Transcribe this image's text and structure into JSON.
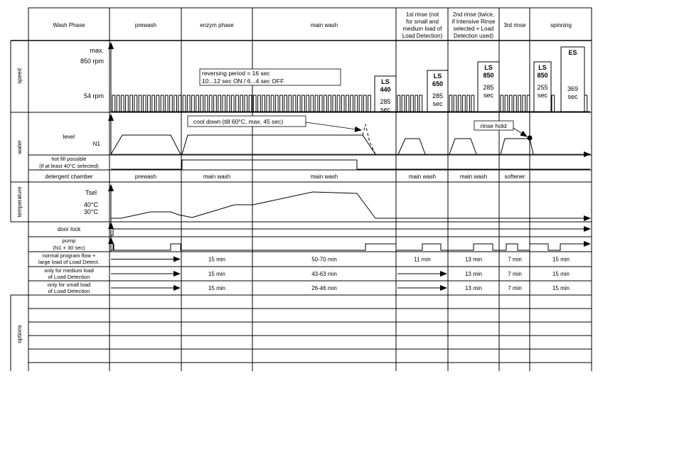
{
  "phases": [
    {
      "id": "label",
      "lines": [
        "Wash Phase"
      ]
    },
    {
      "id": "prewash",
      "lines": [
        "prewash"
      ]
    },
    {
      "id": "enzym",
      "lines": [
        "enzym phase"
      ]
    },
    {
      "id": "mainwash",
      "lines": [
        "main wash"
      ]
    },
    {
      "id": "rinse1",
      "lines": [
        "1st rinse  (not",
        "for small and",
        "medium load of",
        "Load Detection)"
      ]
    },
    {
      "id": "rinse2",
      "lines": [
        "2nd rinse  (twice,",
        "if Intensive Rinse",
        "selected + Load",
        "Detection used)"
      ]
    },
    {
      "id": "rinse3",
      "lines": [
        "3rd rinse"
      ]
    },
    {
      "id": "spinning",
      "lines": [
        "spinning"
      ]
    }
  ],
  "sections": {
    "speed": "speed",
    "water": "water",
    "temperature": "temperature",
    "options": "options"
  },
  "speed": {
    "max_label": "max.",
    "rpm850_label": "850 rpm",
    "rpm54_label": "54 rpm",
    "reversing_note": [
      "reversing period = 16 sec",
      "10...12 sec ON / 6...4 sec OFF"
    ],
    "spin_boxes": [
      {
        "id": "ls440",
        "lines": [
          "LS",
          "440",
          "285",
          "sec"
        ]
      },
      {
        "id": "ls650",
        "lines": [
          "LS",
          "650",
          "285",
          "sec"
        ]
      },
      {
        "id": "ls850a",
        "lines": [
          "LS",
          "850",
          "285",
          "sec"
        ]
      },
      {
        "id": "ls850b",
        "lines": [
          "LS",
          "850",
          "255",
          "sec"
        ]
      },
      {
        "id": "es",
        "lines": [
          "ES",
          "369",
          "sec"
        ]
      }
    ]
  },
  "water": {
    "level_label": "level",
    "n1_label": "N1",
    "cooldown_note": "cool down (till 60°C, max. 45 sec)",
    "rinse_hold_note": "rinse hold",
    "hot_fill_label": [
      "hot fill possible",
      "(if at least 40°C selected)"
    ]
  },
  "detergent": {
    "label": "detergent chamber",
    "values": [
      "prewash",
      "main wash",
      "main wash",
      "main wash",
      "main wash",
      "softener",
      ""
    ]
  },
  "temperature": {
    "tsel_label": "Tsel",
    "t40_label": "40°C",
    "t30_label": "30°C"
  },
  "door_lock_label": "door lock",
  "pump_label": [
    "pump",
    "(N1 + 30 sec)"
  ],
  "durations": [
    {
      "label": [
        "normal program flow +",
        "large load of Load Detect."
      ],
      "values": [
        "",
        "15 min",
        "50-70 min",
        "11 min",
        "13 min",
        "7 min",
        "15 min"
      ]
    },
    {
      "label": [
        "only for medium load",
        "of Load Detection"
      ],
      "values": [
        "",
        "15 min",
        "43-63 min",
        "",
        "13 min",
        "7 min",
        "15 min"
      ]
    },
    {
      "label": [
        "only for small load",
        "of Load Detection"
      ],
      "values": [
        "",
        "15 min",
        "26-46 min",
        "",
        "13 min",
        "7 min",
        "15 min"
      ]
    }
  ]
}
